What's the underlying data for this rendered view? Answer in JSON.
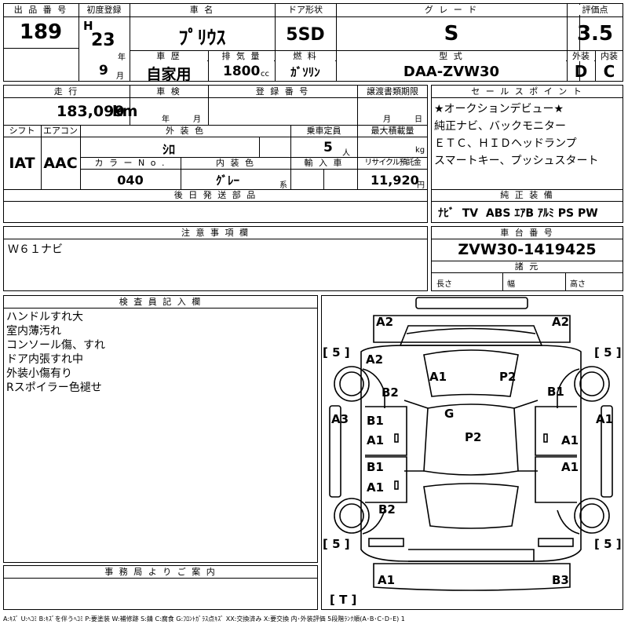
{
  "headers": {
    "lot_no": "出 品 番 号",
    "first_reg": "初度登録",
    "car_name": "車 名",
    "door": "ドア形状",
    "grade": "グ レ ー ド",
    "score": "評価点",
    "history": "車 歴",
    "displacement": "排 気 量",
    "fuel": "燃 料",
    "model": "型 式",
    "exterior": "外装",
    "interior": "内装",
    "mileage": "走 行",
    "inspection": "車 検",
    "reg_no": "登 録 番 号",
    "transfer": "譲渡書類期限",
    "sales_point": "セ ー ル ス ポ イ ン ト",
    "shift": "シフト",
    "ac": "エアコン",
    "ext_color": "外 装 色",
    "capacity": "乗車定員",
    "max_load": "最大積載量",
    "color_no": "カ ラ ー N o .",
    "int_color": "内 装 色",
    "import": "輸 入 車",
    "recycle": "リサイクル預託金",
    "later_parts": "後 日 発 送 部 品",
    "genuine": "純 正 装 備",
    "caution": "注 意 事 項 欄",
    "chassis": "車 台 番 号",
    "dims": "諸 元",
    "inspector": "検 査 員 記 入 欄",
    "office": "事 務 局 よ り ご 案 内"
  },
  "vehicle": {
    "lot_no": "189",
    "era": "H",
    "year": "23",
    "year_unit": "年",
    "month": "9",
    "month_unit": "月",
    "car_name": "ﾌﾟﾘｳｽ",
    "door": "5SD",
    "grade": "S",
    "score": "3.5",
    "history": "自家用",
    "displacement": "1800",
    "displacement_unit": "cc",
    "fuel": "ｶﾞｿﾘﾝ",
    "model": "DAA-ZVW30",
    "exterior_grade": "D",
    "interior_grade": "C",
    "mileage": "183,099",
    "mileage_unit": "km",
    "insp_year_unit": "年",
    "insp_month_unit": "月",
    "transfer_month_unit": "月",
    "transfer_day_unit": "日",
    "shift": "IAT",
    "ac": "AAC",
    "ext_color": "ｼﾛ",
    "capacity": "5",
    "capacity_unit": "人",
    "load_unit": "kg",
    "color_no": "040",
    "int_color": "ｸﾞﾚｰ",
    "int_color_suffix": "系",
    "recycle": "11,920",
    "recycle_unit": "円",
    "chassis": "ZVW30-1419425",
    "length_label": "長さ",
    "width_label": "幅",
    "height_label": "高さ"
  },
  "sales_points": [
    "★オークションデビュー★",
    "純正ナビ、バックモニター",
    "ＥＴＣ、ＨＩＤヘッドランプ",
    "スマートキー、プッシュスタート"
  ],
  "genuine_equipment": "ﾅﾋﾞ  TV  ABS ｴｱB ｱﾙﾐ PS PW",
  "caution_notes": [
    "Ｗ６１ナビ"
  ],
  "inspector_notes": [
    "ハンドルすれ大",
    "室内薄汚れ",
    "コンソール傷、すれ",
    "ドア内張すれ中",
    "外装小傷有り",
    "Rスポイラー色褪せ"
  ],
  "damage_marks": {
    "front_left": "A2",
    "front_right": "A2",
    "tire_fl": "[ 5 ]",
    "tire_fr": "[ 5 ]",
    "tire_rl": "[ 5 ]",
    "tire_rr": "[ 5 ]",
    "fender_fl": "A2",
    "bonnet_l": "A1",
    "bonnet_r": "P2",
    "wheel_fl": "B2",
    "wheel_fr": "B1",
    "sill_l": "A3",
    "sill_r": "A1",
    "glass": "G",
    "roof": "P2",
    "door_fl_1": "B1",
    "door_fl_2": "A1",
    "door_fr": "A1",
    "door_rl_1": "B1",
    "door_rl_2": "A1",
    "door_rr": "A1",
    "wheel_rl": "B2",
    "rear_left": "A1",
    "rear_right": "B3",
    "spare": "[ T ]"
  },
  "legend": "A:ｷｽﾞ U:ﾍｺﾐ B:ｷｽﾞを伴うﾍｺﾐ P:要塗装 W:補修跡 S:錆 C:腐食 G:ﾌﾛﾝﾄｶﾞﾗｽ点ｷｽﾞ XX:交換済み X:要交換  内･外装評価  5段階ﾗﾝｸ順(A･B･C･D･E) 1"
}
